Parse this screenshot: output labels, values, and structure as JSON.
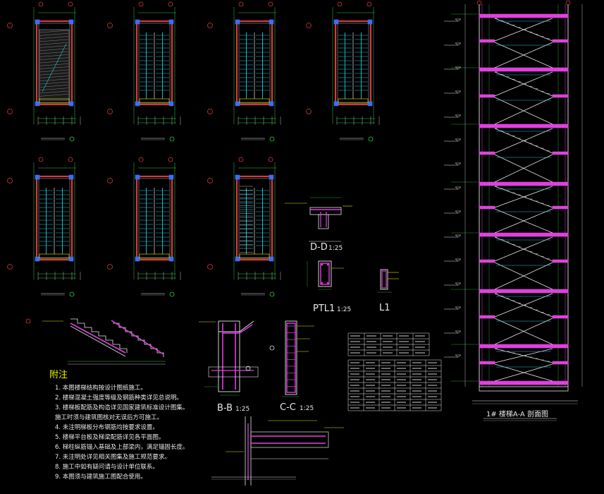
{
  "section_titles": {
    "dd": "D-D",
    "ptl1": "PTL1",
    "l1": "L1",
    "bb": "B-B",
    "cc": "C-C",
    "aa": "1# 楼梯A-A 剖面图"
  },
  "scale_labels": {
    "dd": "1:25",
    "ptl1": "1:25",
    "bb": "1:25",
    "cc": "1:25"
  },
  "notes": {
    "heading": "附注",
    "items": [
      "1. 本图楼梯结构按设计图纸施工。",
      "2. 楼梯混凝土强度等级及钢筋种类详见总说明。",
      "3. 楼梯板配筋及构造详见国家建筑标准设计图集。",
      "   施工时须与建筑图核对无误后方可施工。",
      "4. 未注明梯板分布钢筋均按要求设置。",
      "5. 楼梯平台板及梯梁配筋详见各平面图。",
      "6. 梯柱纵筋锚入基础及上部梁内，满足锚固长度。",
      "7. 未注明处详见相关图集及施工规范要求。",
      "8. 施工中如有疑问请与设计单位联系。",
      "9. 本图须与建筑施工图配合使用。"
    ]
  },
  "colors": {
    "background": "#000000",
    "line_white": "#e6e6e6",
    "line_red": "#d23c3c",
    "line_cyan": "#22c8d8",
    "line_green": "#2ecc40",
    "line_magenta": "#e040e0",
    "line_yellow": "#e8e800",
    "line_blue": "#3c6cff"
  }
}
